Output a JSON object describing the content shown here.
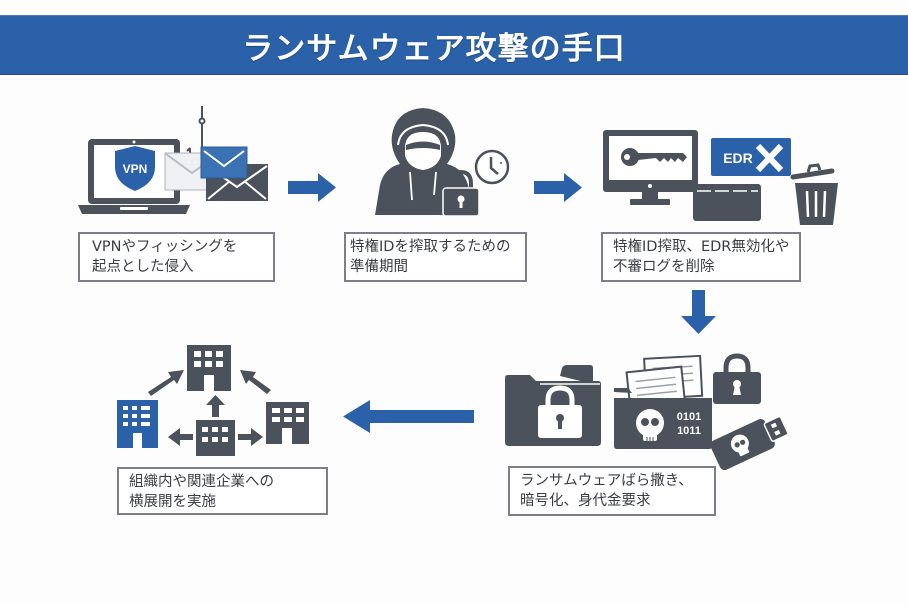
{
  "title": "ランサムウェア攻撃の手口",
  "colors": {
    "banner": "#2b61a8",
    "arrow": "#2b61a8",
    "icon_dark": "#4b525c",
    "icon_accent": "#2b61a8",
    "box_border": "#7c7f86",
    "text": "#3a3d42"
  },
  "steps": [
    {
      "order": 1,
      "icons": [
        "laptop-icon",
        "vpn-shield-icon",
        "fishing-hook-icon",
        "envelope-icon"
      ],
      "vpn_label": "VPN",
      "lines": [
        "VPNやフィッシングを",
        "起点とした侵入"
      ]
    },
    {
      "order": 2,
      "icons": [
        "hooded-hacker-icon",
        "clock-icon",
        "padlock-icon"
      ],
      "lines": [
        "特権IDを搾取するための",
        "準備期間"
      ]
    },
    {
      "order": 3,
      "icons": [
        "monitor-icon",
        "key-icon",
        "edr-disabled-badge-icon",
        "keyboard-icon",
        "trash-can-icon"
      ],
      "edr_label": "EDR",
      "lines": [
        "特権ID搾取、EDR無効化や",
        "不審ログを削除"
      ]
    },
    {
      "order": 4,
      "icons": [
        "locked-folder-icon",
        "skull-folder-icon",
        "padlock-icon",
        "malicious-usb-icon"
      ],
      "binary": [
        "0101",
        "1011"
      ],
      "lines": [
        "ランサムウェアばら撒き、",
        "暗号化、身代金要求"
      ]
    },
    {
      "order": 5,
      "icons": [
        "building-icon",
        "spread-arrows-icon"
      ],
      "lines": [
        "組織内や関連企業への",
        "横展開を実施"
      ]
    }
  ],
  "flow": [
    "step-1 → step-2",
    "step-2 → step-3",
    "step-3 ↓ step-4",
    "step-4 ← step-5"
  ]
}
